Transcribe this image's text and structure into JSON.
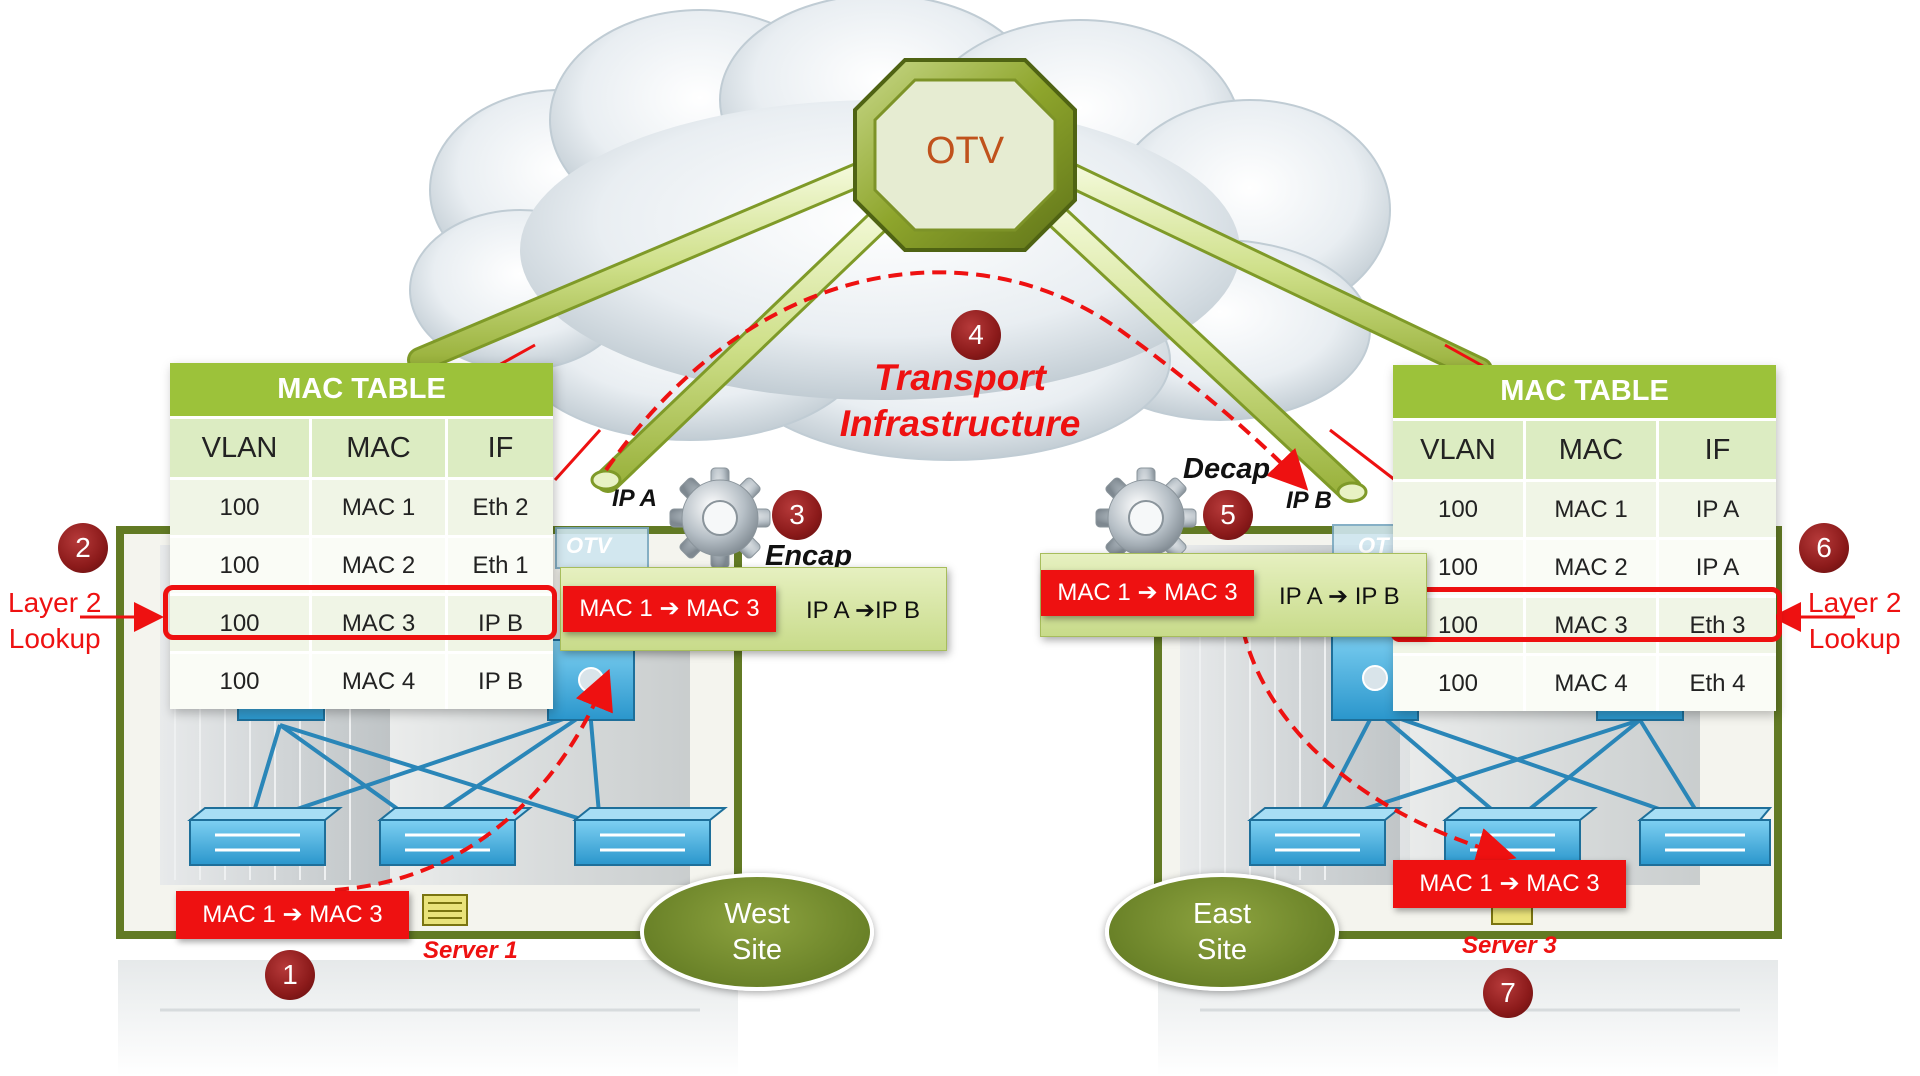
{
  "cloud": {
    "node_label": "OTV",
    "transport_line1": "Transport",
    "transport_line2": "Infrastructure"
  },
  "steps": [
    "1",
    "2",
    "3",
    "4",
    "5",
    "6",
    "7"
  ],
  "colors": {
    "accent_red": "#ee1111",
    "table_header_green": "#9cc23a",
    "badge_dark_red": "#8b1a1a",
    "site_green": "#6a8228"
  },
  "west": {
    "mac_table": {
      "title": "MAC TABLE",
      "columns": [
        "VLAN",
        "MAC",
        "IF"
      ],
      "rows": [
        [
          "100",
          "MAC 1",
          "Eth 2"
        ],
        [
          "100",
          "MAC 2",
          "Eth 1"
        ],
        [
          "100",
          "MAC 3",
          "IP B"
        ],
        [
          "100",
          "MAC 4",
          "IP B"
        ]
      ]
    },
    "lookup_line1": "Layer 2",
    "lookup_line2": "Lookup",
    "ip_label": "IP A",
    "otv_tag": "OTV",
    "encap_label": "Encap",
    "frame": {
      "mac": "MAC 1 ➔ MAC 3",
      "ip": "IP A ➔IP B"
    },
    "server_frame": "MAC 1 ➔ MAC 3",
    "server_label": "Server 1",
    "site_line1": "West",
    "site_line2": "Site"
  },
  "east": {
    "mac_table": {
      "title": "MAC TABLE",
      "columns": [
        "VLAN",
        "MAC",
        "IF"
      ],
      "rows": [
        [
          "100",
          "MAC 1",
          "IP A"
        ],
        [
          "100",
          "MAC 2",
          "IP A"
        ],
        [
          "100",
          "MAC 3",
          "Eth 3"
        ],
        [
          "100",
          "MAC 4",
          "Eth 4"
        ]
      ]
    },
    "lookup_line1": "Layer 2",
    "lookup_line2": "Lookup",
    "ip_label": "IP B",
    "otv_tag": "OT",
    "decap_label": "Decap",
    "frame": {
      "mac": "MAC 1 ➔ MAC 3",
      "ip": "IP A ➔ IP B"
    },
    "server_frame": "MAC 1 ➔ MAC 3",
    "server_label": "Server 3",
    "site_line1": "East",
    "site_line2": "Site"
  }
}
